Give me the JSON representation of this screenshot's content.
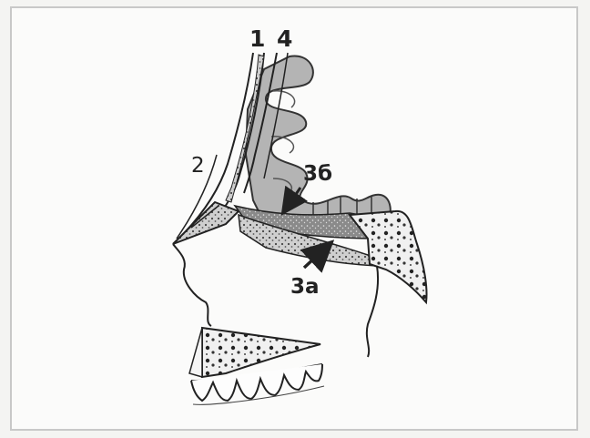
{
  "labels": {
    "l1": "1",
    "l4": "4",
    "l2": "2",
    "l3b": "3б",
    "l3a": "3а"
  },
  "colors": {
    "ink": "#222222",
    "bone_fill": "#d8d8d8",
    "soft_tissue": "#a8a8a8",
    "frame": "#c8c8c8"
  }
}
